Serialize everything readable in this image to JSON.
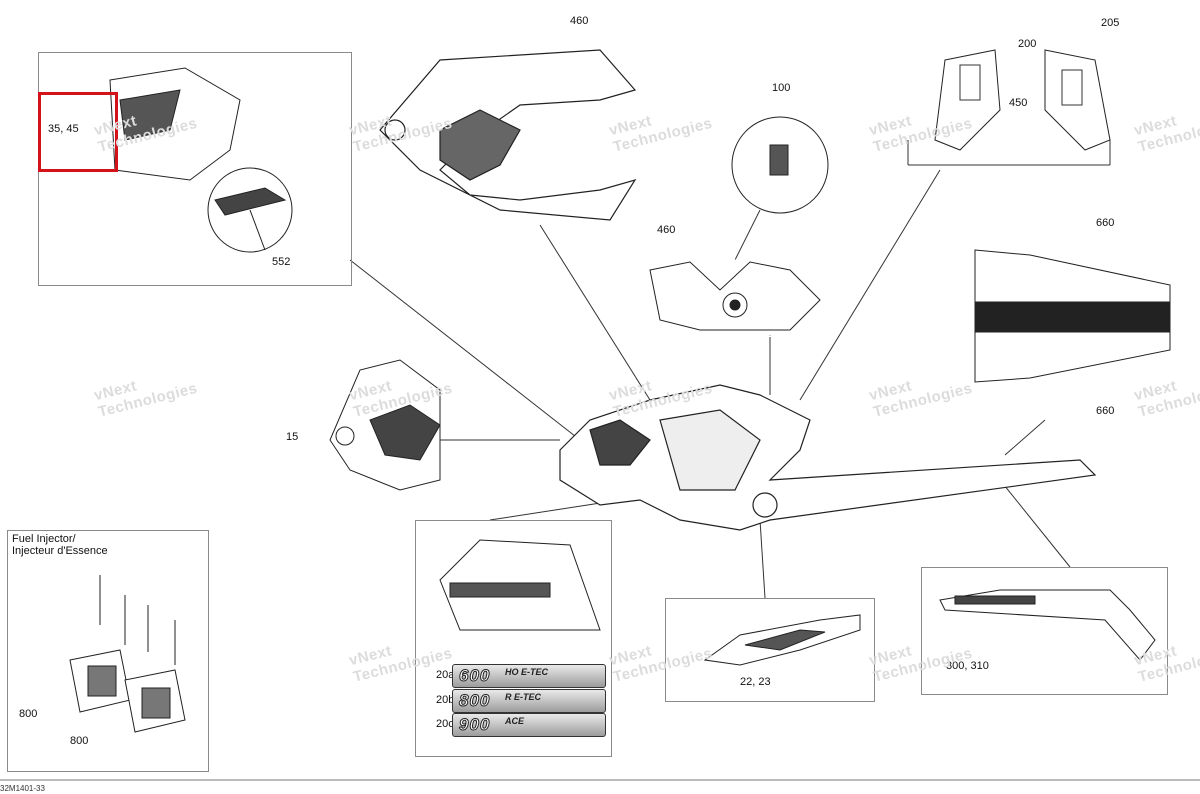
{
  "callouts": {
    "c460a": "460",
    "c460b": "460",
    "c200": "200",
    "c205": "205",
    "c450": "450",
    "c100": "100",
    "c3545": "35, 45",
    "c552": "552",
    "c660a": "660",
    "c660b": "660",
    "c15": "15",
    "c800a": "800",
    "c800b": "800",
    "c2223": "22, 23",
    "c300310": "300, 310",
    "c20a": "20a",
    "c20b": "20b",
    "c20c": "20c"
  },
  "fuel_injector": {
    "title_en": "Fuel Injector/",
    "title_fr": "Injecteur d'Essence"
  },
  "badges": {
    "b600": {
      "num": "600",
      "suffix": "HO E-TEC"
    },
    "b800": {
      "num": "800",
      "suffix": "R E-TEC"
    },
    "b900": {
      "num": "900",
      "suffix": "ACE"
    }
  },
  "watermark": {
    "line1": "vNext",
    "line2": "Technologies"
  },
  "footer": {
    "code": "32M1401-33"
  },
  "colors": {
    "highlight": "#d4121a",
    "line": "#333333",
    "panel_border": "#8a8a8a"
  }
}
